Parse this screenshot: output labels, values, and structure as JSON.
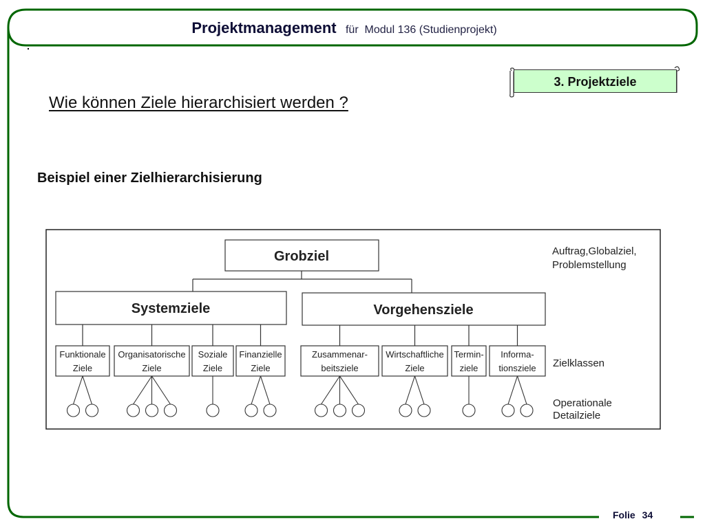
{
  "header": {
    "title": "Projektmanagement",
    "subtitle_prefix": "für",
    "subtitle": "Modul 136 (Studienprojekt)"
  },
  "section_tag": "3.  Projektziele",
  "question": "Wie können Ziele hierarchisiert werden ?",
  "subheading": "Beispiel einer Zielhierarchisierung",
  "diagram": {
    "top": "Grobziel",
    "level1": [
      "Systemziele",
      "Vorgehensziele"
    ],
    "level2": [
      [
        "Funktionale",
        "Ziele"
      ],
      [
        "Organisatorische",
        "Ziele"
      ],
      [
        "Soziale",
        "Ziele"
      ],
      [
        "Finanzielle",
        "Ziele"
      ],
      [
        "Zusammenar-",
        "beitsziele"
      ],
      [
        "Wirtschaftliche",
        "Ziele"
      ],
      [
        "Termin-",
        "ziele"
      ],
      [
        "Informa-",
        "tionsziele"
      ]
    ],
    "leaf_counts": [
      2,
      3,
      1,
      2,
      3,
      2,
      1,
      2
    ],
    "annotations": {
      "top": [
        "Auftrag,Globalziel,",
        "Problemstellung"
      ],
      "classes": [
        "Zielklassen"
      ],
      "leaves": [
        "Operationale",
        "Detailziele"
      ]
    }
  },
  "footer": {
    "label": "Folie",
    "page": "34"
  },
  "colors": {
    "frame": "#006600",
    "tag_bg": "#ccffcc",
    "title": "#0d0d35"
  }
}
